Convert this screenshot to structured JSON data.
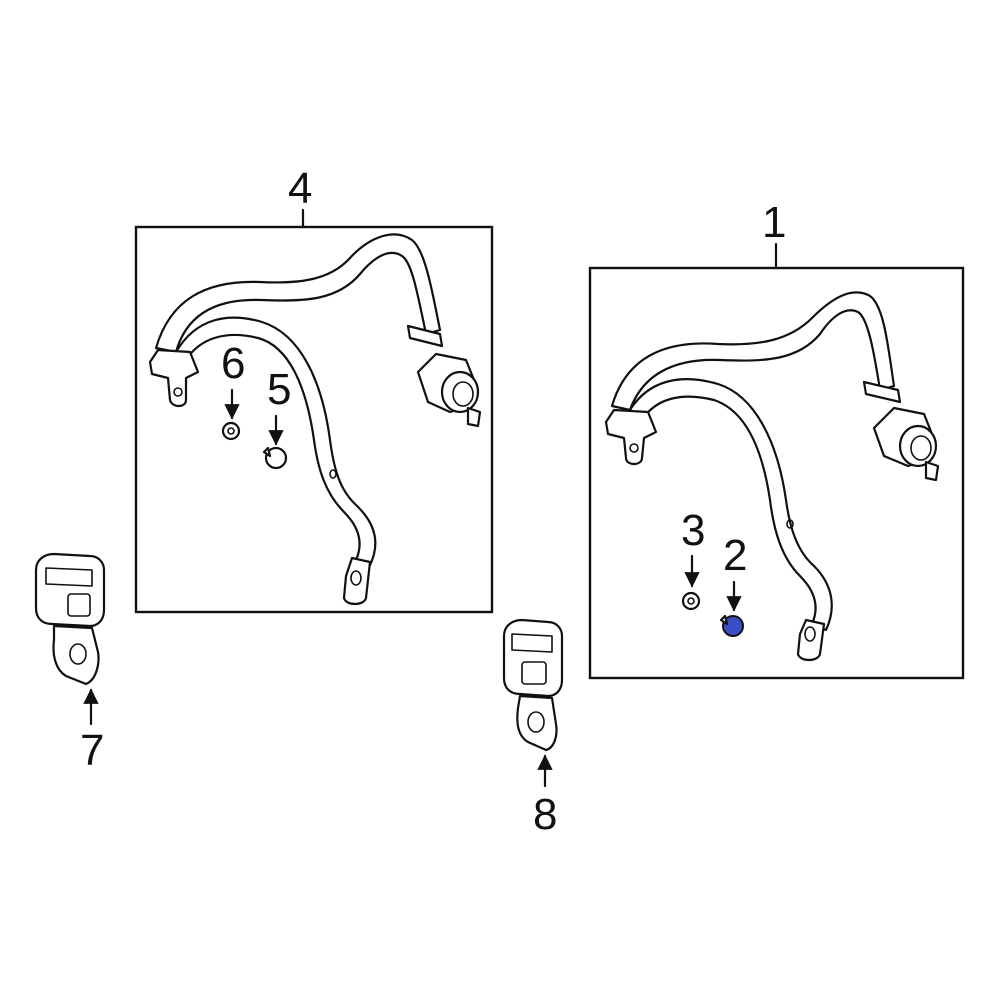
{
  "callouts": {
    "c1": "1",
    "c2": "2",
    "c3": "3",
    "c4": "4",
    "c5": "5",
    "c6": "6",
    "c7": "7",
    "c8": "8"
  },
  "colors": {
    "line": "#111111",
    "background": "#ffffff",
    "highlight": "#3a4fc4"
  },
  "highlighted_part": "2"
}
